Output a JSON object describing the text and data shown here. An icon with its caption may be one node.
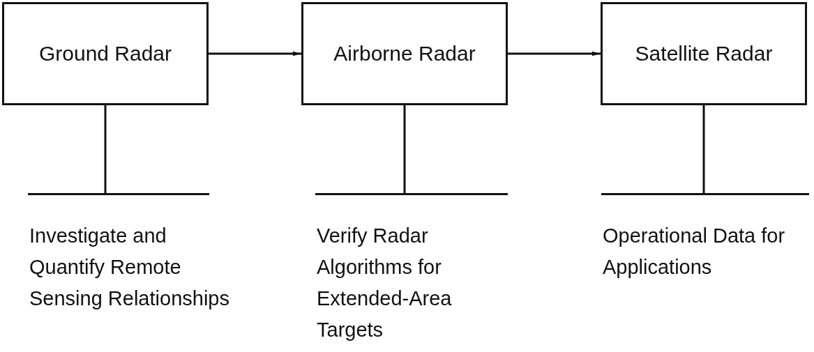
{
  "diagram": {
    "nodes": [
      {
        "text": [
          "Ground Radar"
        ]
      },
      {
        "text": [
          "Airborne Radar"
        ]
      },
      {
        "text": [
          "Satellite Radar"
        ]
      },
      {
        "text": [],
        "shape": "bar",
        "beside": [
          "Investigate and Quantify Remote Sensing Relationships"
        ]
      },
      {
        "text": [],
        "shape": "bar",
        "beside": [
          "Verify Radar Algorithms for Extended-Area Targets"
        ]
      },
      {
        "text": [],
        "shape": "bar",
        "beside": [
          "Operational Data for Applications"
        ]
      }
    ],
    "edges": [
      {
        "from": 0,
        "to": 1,
        "arrow": "to"
      },
      {
        "from": 1,
        "to": 2,
        "arrow": "to"
      },
      {
        "from": 0,
        "to": 3,
        "arrow": "none"
      },
      {
        "from": 1,
        "to": 4,
        "arrow": "none"
      },
      {
        "from": 2,
        "to": 5,
        "arrow": "none"
      }
    ]
  }
}
